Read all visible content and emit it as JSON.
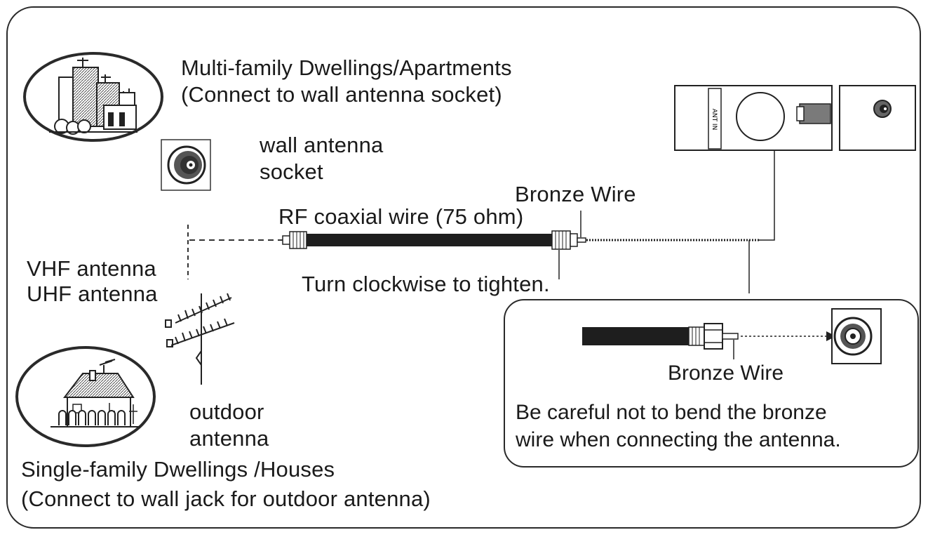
{
  "multi_family": {
    "title": "Multi-family Dwellings/Apartments",
    "subtitle": "(Connect to wall antenna socket)"
  },
  "wall_socket": {
    "line1": "wall antenna",
    "line2": "socket"
  },
  "cable": {
    "rf_label": "RF coaxial wire (75 ohm)",
    "bronze_label": "Bronze Wire",
    "turn_label": "Turn clockwise to tighten."
  },
  "antennas": {
    "vhf": "VHF antenna",
    "uhf": "UHF antenna",
    "outdoor_line1": "outdoor",
    "outdoor_line2": "antenna"
  },
  "single_family": {
    "title": "Single-family Dwellings /Houses",
    "subtitle": "(Connect to wall jack for outdoor antenna)"
  },
  "tv_panel": {
    "ant_in_label": "ANT IN"
  },
  "detail": {
    "bronze_label": "Bronze Wire",
    "warning_line1": "Be careful not to bend the bronze",
    "warning_line2": "wire when connecting the antenna."
  }
}
